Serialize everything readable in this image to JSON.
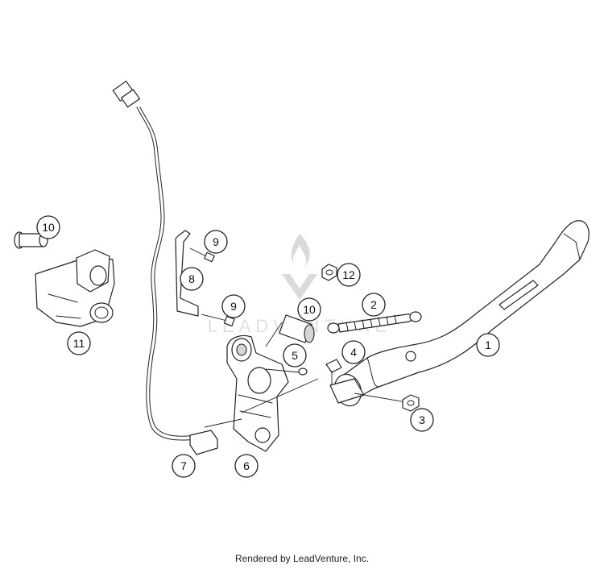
{
  "callouts": [
    "1",
    "2",
    "3",
    "4",
    "5",
    "6",
    "7",
    "8",
    "9",
    "9",
    "10",
    "10",
    "11",
    "12"
  ],
  "watermark": {
    "text": "LEADVENTURE",
    "color": "#c8c8c8"
  },
  "footer": {
    "text": "Rendered by LeadVenture, Inc."
  }
}
